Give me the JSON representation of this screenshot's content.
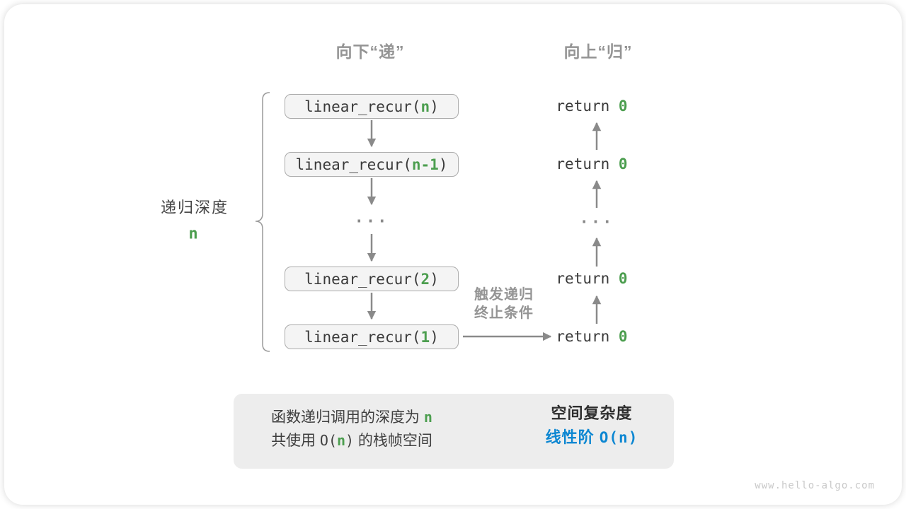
{
  "colors": {
    "green": "#4c9e4f",
    "blue": "#0d87d2",
    "label-gray": "#949494",
    "dark": "#3a3a3a",
    "arrow": "#8a8a8a",
    "box-fill": "#f4f4f4",
    "box-border": "#ababab",
    "panel": "#ededed",
    "watermark": "#c9c9c9",
    "big-arrow": "#c7c7c7",
    "brace": "#9a9a9a"
  },
  "headers": {
    "down": "向下“递”",
    "up": "向上“归”"
  },
  "depth_label": {
    "text": "递归深度",
    "value": "n"
  },
  "calls": [
    {
      "pre": "linear_recur(",
      "arg": "n",
      "post": ")"
    },
    {
      "pre": "linear_recur(",
      "arg": "n-1",
      "post": ")"
    },
    {
      "pre": "linear_recur(",
      "arg": "2",
      "post": ")"
    },
    {
      "pre": "linear_recur(",
      "arg": "1",
      "post": ")"
    }
  ],
  "ellipsis": "...",
  "returns": [
    {
      "pre": "return ",
      "val": "0"
    },
    {
      "pre": "return ",
      "val": "0"
    },
    {
      "pre": "return ",
      "val": "0"
    },
    {
      "pre": "return ",
      "val": "0"
    }
  ],
  "trigger_label": {
    "line1": "触发递归",
    "line2": "终止条件"
  },
  "summary": {
    "line1_pre": "函数递归调用的深度为 ",
    "line1_val": "n",
    "line2_pre": "共使用 ",
    "line2_code_pre": "O(",
    "line2_val": "n",
    "line2_code_post": ")",
    "line2_post": " 的栈帧空间",
    "result_title": "空间复杂度",
    "result_pre": "线性阶 ",
    "result_code": "O(n)"
  },
  "watermark": "www.hello-algo.com"
}
